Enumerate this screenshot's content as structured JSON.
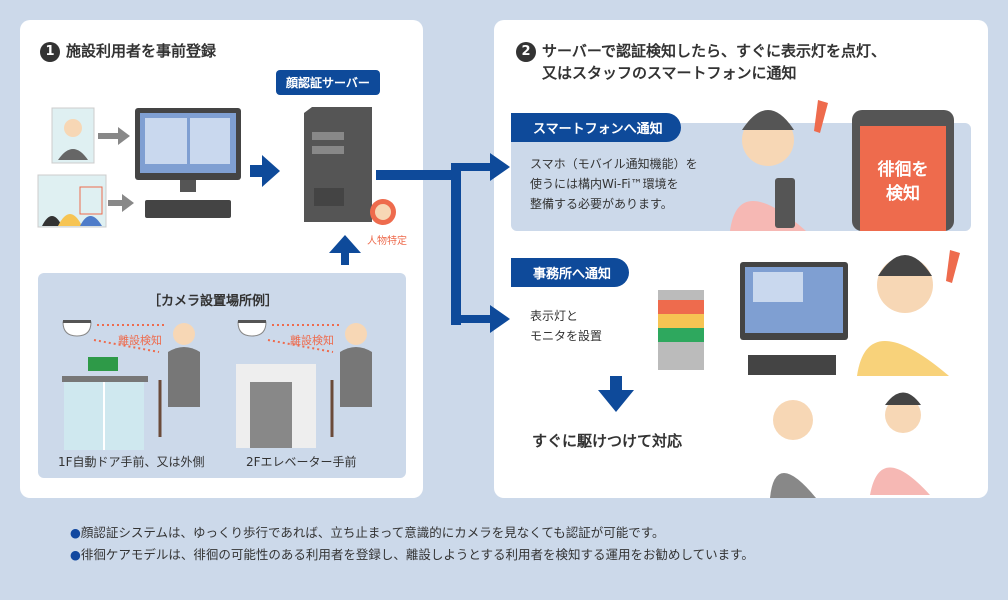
{
  "step1": {
    "number": "1",
    "title": "施設利用者を事前登録",
    "server_label": "顔認証サーバー",
    "identify_label": "人物特定",
    "camera_examples": {
      "title": "［カメラ設置場所例］",
      "detect_label": "離設検知",
      "locations": [
        "1F自動ドア手前、又は外側",
        "2Fエレベーター手前"
      ]
    }
  },
  "step2": {
    "number": "2",
    "title_line1": "サーバーで認証検知したら、すぐに表示灯を点灯、",
    "title_line2": "又はスタッフのスマートフォンに通知",
    "smartphone": {
      "tag": "スマートフォンへ通知",
      "desc": [
        "スマホ（モバイル通知機能）を",
        "使うには構内Wi-Fi™環境を",
        "整備する必要があります。"
      ],
      "screen_text": [
        "徘徊を",
        "検知"
      ]
    },
    "office": {
      "tag": "事務所へ通知",
      "desc": [
        "表示灯と",
        "モニタを設置"
      ]
    },
    "response": "すぐに駆けつけて対応"
  },
  "notes": [
    "顔認証システムは、ゆっくり歩行であれば、立ち止まって意識的にカメラを見なくても認証が可能です。",
    "徘徊ケアモデルは、徘徊の可能性のある利用者を登録し、離設しようとする利用者を検知する運用をお勧めしています。"
  ],
  "colors": {
    "accent": "#0e4a9a",
    "alert": "#ee6b4d",
    "bg": "#ccd9ea"
  }
}
